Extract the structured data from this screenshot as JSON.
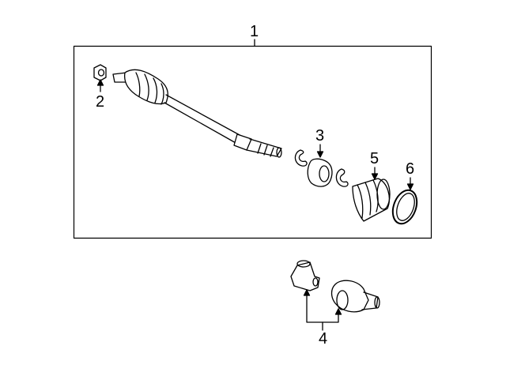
{
  "diagram": {
    "callouts": [
      {
        "id": "1",
        "part": "axle-assembly"
      },
      {
        "id": "2",
        "part": "nut"
      },
      {
        "id": "3",
        "part": "outer-joint-boot-clamp-set"
      },
      {
        "id": "4",
        "part": "inner-joint"
      },
      {
        "id": "5",
        "part": "inner-boot"
      },
      {
        "id": "6",
        "part": "boot-clamp"
      }
    ],
    "colors": {
      "line": "#000000",
      "background": "#ffffff"
    }
  }
}
